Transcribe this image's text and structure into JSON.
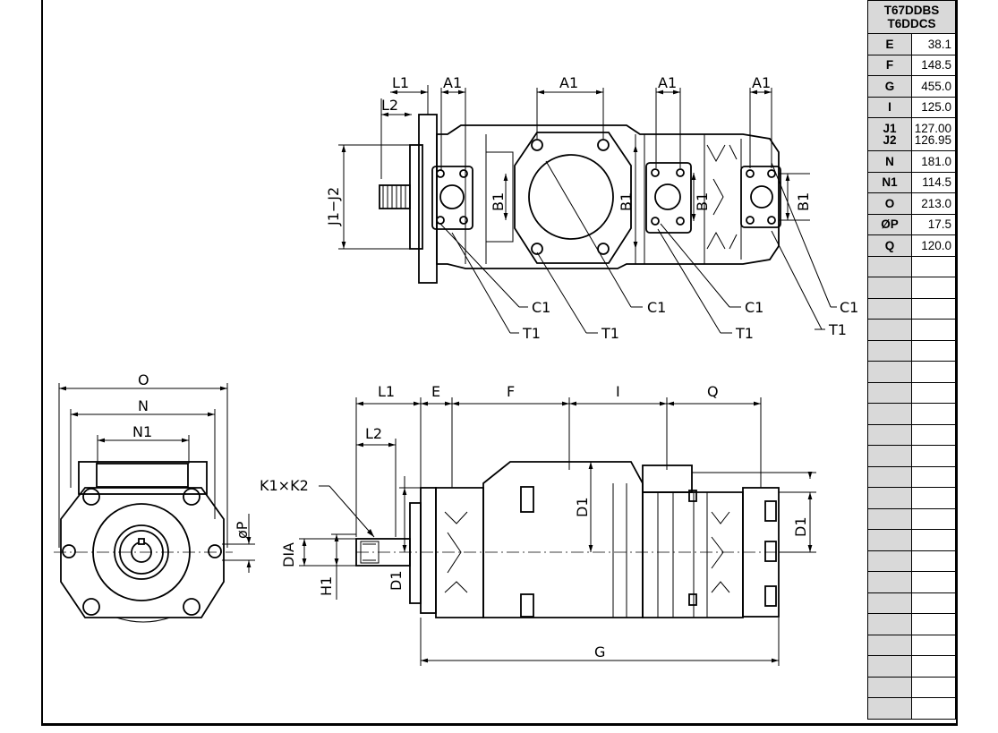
{
  "spec_table": {
    "header_line1": "T67DDBS",
    "header_line2": "T6DDCS",
    "rows": [
      {
        "key": "E",
        "value": "38.1"
      },
      {
        "key": "F",
        "value": "148.5"
      },
      {
        "key": "G",
        "value": "455.0"
      },
      {
        "key": "I",
        "value": "125.0"
      },
      {
        "key": "J1\nJ2",
        "value": "127.00\n126.95"
      },
      {
        "key": "N",
        "value": "181.0"
      },
      {
        "key": "N1",
        "value": "114.5"
      },
      {
        "key": "O",
        "value": "213.0"
      },
      {
        "key": "ØP",
        "value": "17.5"
      },
      {
        "key": "Q",
        "value": "120.0"
      }
    ],
    "empty_rows": 22
  },
  "labels": {
    "L1": "L1",
    "L2": "L2",
    "A1": "A1",
    "B1": "B1",
    "C1": "C1",
    "T1": "T1",
    "J1_J2": "J1−J2",
    "O": "O",
    "N": "N",
    "N1": "N1",
    "P": "øP",
    "E": "E",
    "F": "F",
    "I": "I",
    "Q": "Q",
    "G": "G",
    "D1": "D1",
    "DIA": "DIA",
    "H1": "H1",
    "K1K2": "K1×K2"
  }
}
